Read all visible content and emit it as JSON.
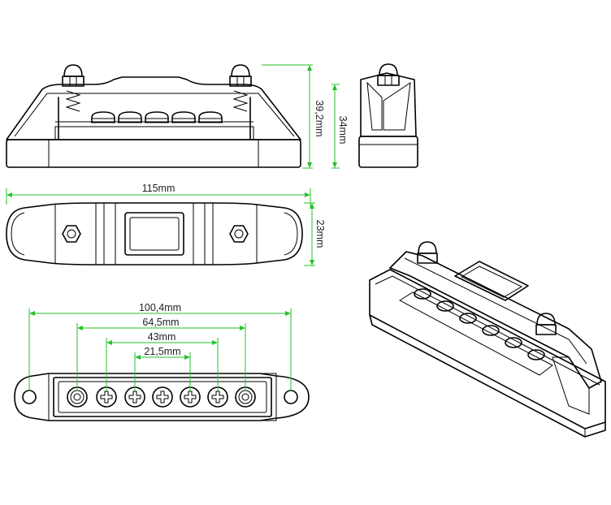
{
  "dimensions": {
    "height_total": "39,2mm",
    "height_side": "34mm",
    "length": "115mm",
    "width": "23mm",
    "mount_spacing": "100,4mm",
    "stud_spacing": "64,5mm",
    "screw_span_outer": "43mm",
    "screw_span_inner": "21,5mm"
  },
  "colors": {
    "dimension_line": "#25c22a",
    "outline": "#000000",
    "background": "#ffffff"
  }
}
